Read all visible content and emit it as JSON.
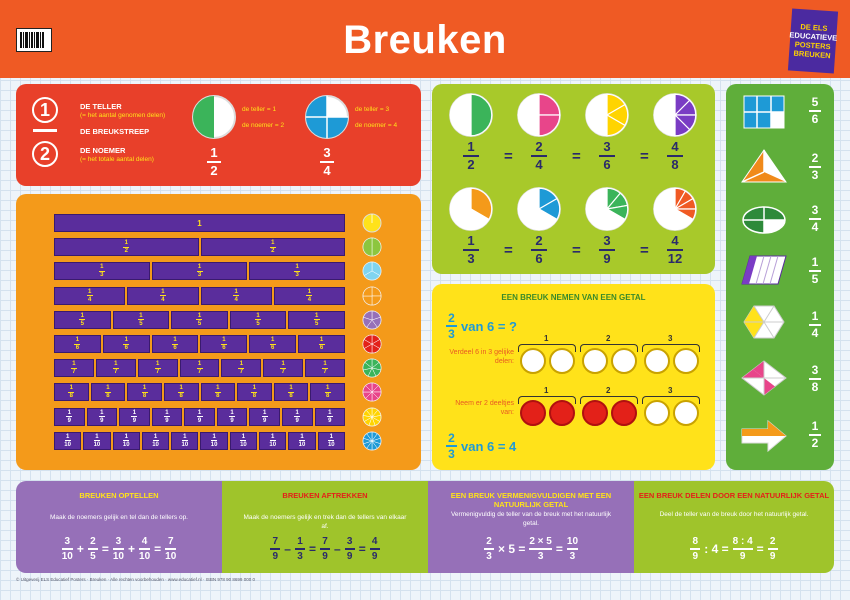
{
  "header": {
    "title": "Breuken",
    "badge": [
      "DE ELS",
      "EDUCATIEVE",
      "POSTERS",
      "BREUKEN"
    ]
  },
  "intro": {
    "numerator_digit": "1",
    "denominator_digit": "2",
    "teller_title": "DE TELLER",
    "teller_note": "(= het aantal genomen delen)",
    "streep_title": "DE BREUKSTREEP",
    "noemer_title": "DE NOEMER",
    "noemer_note": "(= het totale aantal delen)",
    "example1": {
      "teller_text": "de teller = 1",
      "noemer_text": "de noemer = 2",
      "num": "1",
      "den": "2"
    },
    "example2": {
      "teller_text": "de teller = 3",
      "noemer_text": "de noemer = 4",
      "num": "3",
      "den": "4"
    }
  },
  "wall": {
    "top_label": "1",
    "rows": [
      2,
      3,
      4,
      5,
      6,
      7,
      8,
      9,
      10
    ]
  },
  "equivalents": {
    "row1": [
      {
        "num": "1",
        "den": "2"
      },
      {
        "num": "2",
        "den": "4"
      },
      {
        "num": "3",
        "den": "6"
      },
      {
        "num": "4",
        "den": "8"
      }
    ],
    "row2": [
      {
        "num": "1",
        "den": "3"
      },
      {
        "num": "2",
        "den": "6"
      },
      {
        "num": "3",
        "den": "9"
      },
      {
        "num": "4",
        "den": "12"
      }
    ],
    "equals": "="
  },
  "take_fraction": {
    "title": "EEN BREUK NEMEN VAN EEN GETAL",
    "question_frac": {
      "num": "2",
      "den": "3"
    },
    "question_text": "van 6 = ?",
    "step1": "Verdeel 6 in 3 gelijke delen:",
    "step2": "Neem er 2 deeltjes van:",
    "groups": [
      "1",
      "2",
      "3"
    ],
    "answer_frac": {
      "num": "2",
      "den": "3"
    },
    "answer_text": "van 6 = 4"
  },
  "shapes": {
    "fractions": [
      {
        "num": "5",
        "den": "6"
      },
      {
        "num": "2",
        "den": "3"
      },
      {
        "num": "3",
        "den": "4"
      },
      {
        "num": "1",
        "den": "5"
      },
      {
        "num": "1",
        "den": "4"
      },
      {
        "num": "3",
        "den": "8"
      },
      {
        "num": "1",
        "den": "2"
      }
    ]
  },
  "bottom": {
    "add": {
      "title": "BREUKEN OPTELLEN",
      "desc": "Maak de noemers gelijk en tel dan de tellers op.",
      "eq": [
        {
          "num": "3",
          "den": "10"
        },
        "+",
        {
          "num": "2",
          "den": "5"
        },
        "=",
        {
          "num": "3",
          "den": "10"
        },
        "+",
        {
          "num": "4",
          "den": "10"
        },
        "=",
        {
          "num": "7",
          "den": "10"
        }
      ]
    },
    "sub": {
      "title": "BREUKEN AFTREKKEN",
      "desc": "Maak de noemers gelijk en trek dan de tellers van elkaar af.",
      "eq": [
        {
          "num": "7",
          "den": "9"
        },
        "–",
        {
          "num": "1",
          "den": "3"
        },
        "=",
        {
          "num": "7",
          "den": "9"
        },
        "–",
        {
          "num": "3",
          "den": "9"
        },
        "=",
        {
          "num": "4",
          "den": "9"
        }
      ]
    },
    "mul": {
      "title": "EEN BREUK VERMENIGVULDIGEN MET EEN NATUURLIJK GETAL",
      "desc": "Vermenigvuldig de teller van de breuk met het natuurlijk getal.",
      "eq": [
        {
          "num": "2",
          "den": "3"
        },
        "× 5 =",
        {
          "num": "2 × 5",
          "den": "3"
        },
        "=",
        {
          "num": "10",
          "den": "3"
        }
      ]
    },
    "div": {
      "title": "EEN BREUK DELEN DOOR EEN NATUURLIJK GETAL",
      "desc": "Deel de teller van de breuk door het natuurlijk getal.",
      "eq": [
        {
          "num": "8",
          "den": "9"
        },
        ": 4 =",
        {
          "num": "8 : 4",
          "den": "9"
        },
        "=",
        {
          "num": "2",
          "den": "9"
        }
      ]
    }
  },
  "footer": "© Uitgeverij ELS Educatief Posters · Breuken · Alle rechten voorbehouden · www.educatief.nl · ISBN 978 90 8699 000 0",
  "colors": {
    "header": "#ef5a24",
    "red_panel": "#e8402a",
    "orange_panel": "#f49a1a",
    "lime_panel": "#a8c92a",
    "yellow_panel": "#ffe21a",
    "green_panel": "#5fae3a",
    "purple": "#9670b8",
    "wall_bar": "#5a2d9c"
  }
}
